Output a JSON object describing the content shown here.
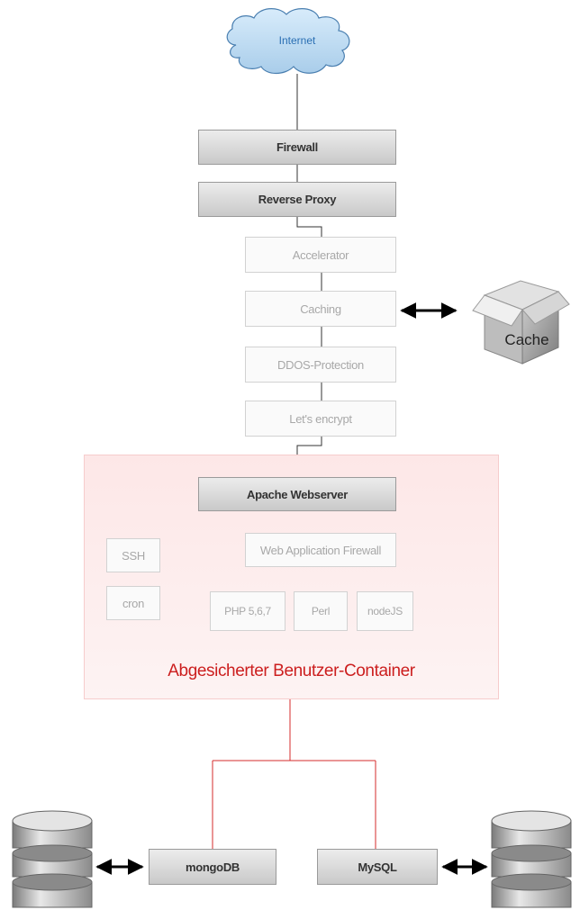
{
  "internet": "Internet",
  "firewall": "Firewall",
  "reverse_proxy": "Reverse Proxy",
  "accelerator": "Accelerator",
  "caching": "Caching",
  "cache": "Cache",
  "ddos": "DDOS-Protection",
  "letsencrypt": "Let's encrypt",
  "apache": "Apache Webserver",
  "waf": "Web Application Firewall",
  "ssh": "SSH",
  "cron": "cron",
  "php": "PHP 5,6,7",
  "perl": "Perl",
  "nodejs": "nodeJS",
  "container_label": "Abgesicherter Benutzer-Container",
  "mongodb": "mongoDB",
  "mysql": "MySQL",
  "colors": {
    "container_text": "#cc1f1f",
    "red_line": "#d62b2b",
    "dark_line": "#333333",
    "internet_text": "#2a6fb3"
  }
}
